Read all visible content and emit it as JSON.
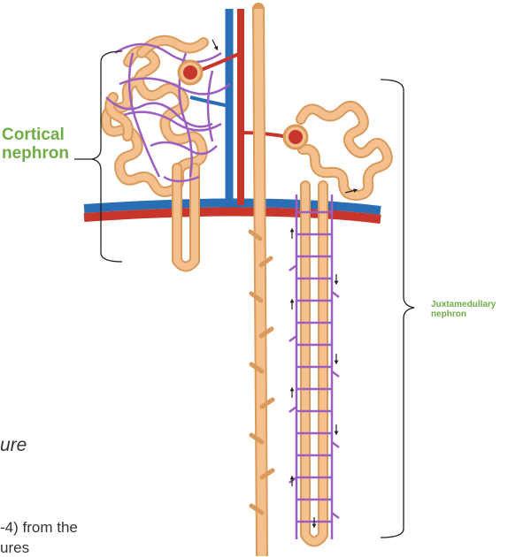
{
  "labels": {
    "cortical_line1": "Cortical",
    "cortical_line2": "nephron",
    "juxta_line1": "Juxtamedullary",
    "juxta_line2": "nephron"
  },
  "fragments": {
    "italic": "ure",
    "line1": "-4) from the",
    "line2": "ures"
  },
  "colors": {
    "tubule": "#f3c08e",
    "tubule_edge": "#d99a5b",
    "artery": "#c8352b",
    "vein": "#2a6fb5",
    "capillary": "#9b5fc0",
    "label_green": "#70ad47",
    "bracket": "#222222"
  }
}
